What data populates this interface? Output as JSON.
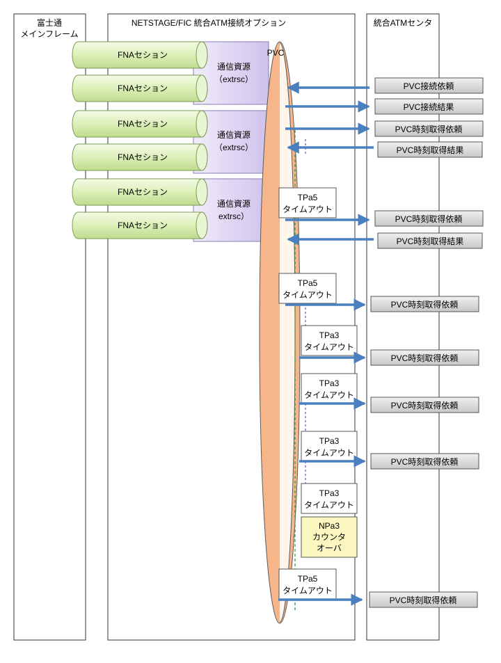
{
  "columns": {
    "mainframe_line1": "富士通",
    "mainframe_line2": "メインフレーム",
    "option": "NETSTAGE/FIC 統合ATM接続オプション",
    "center": "統合ATMセンタ"
  },
  "sessions": [
    "FNAセション",
    "FNAセション",
    "FNAセション",
    "FNAセション",
    "FNAセション",
    "FNAセション"
  ],
  "resources": [
    {
      "line1": "通信資源",
      "line2": "（extrsc）"
    },
    {
      "line1": "通信資源",
      "line2": "（extrsc）"
    },
    {
      "line1": "通信資源",
      "line2": "extrsc）"
    }
  ],
  "pvc_label": "PVC",
  "timers": [
    {
      "line1": "TPa5",
      "line2": "タイムアウト"
    },
    {
      "line1": "TPa5",
      "line2": "タイムアウト"
    },
    {
      "line1": "TPa3",
      "line2": "タイムアウト"
    },
    {
      "line1": "TPa3",
      "line2": "タイムアウト"
    },
    {
      "line1": "TPa3",
      "line2": "タイムアウト"
    },
    {
      "line1": "TPa3",
      "line2": "タイムアウト"
    },
    {
      "line1": "TPa5",
      "line2": "タイムアウト"
    }
  ],
  "counter": {
    "line1": "NPa3",
    "line2": "カウンタ",
    "line3": "オーバ"
  },
  "messages": [
    "PVC接続依頼",
    "PVC接続結果",
    "PVC時刻取得依頼",
    "PVC時刻取得結果",
    "PVC時刻取得依頼",
    "PVC時刻取得結果",
    "PVC時刻取得依頼",
    "PVC時刻取得依頼",
    "PVC時刻取得依頼",
    "PVC時刻取得依頼",
    "PVC時刻取得依頼"
  ],
  "colors": {
    "session_fill": "#dcefb8",
    "resource_fill": "#d9cef0",
    "pvc_fill": "#f7b58a",
    "arrow": "#4a7fc0",
    "message_fill": "#d9d9d9",
    "counter_fill": "#fbf5c0",
    "green_dash": "#2e9a3a",
    "purple_dash": "#7a44c8"
  }
}
